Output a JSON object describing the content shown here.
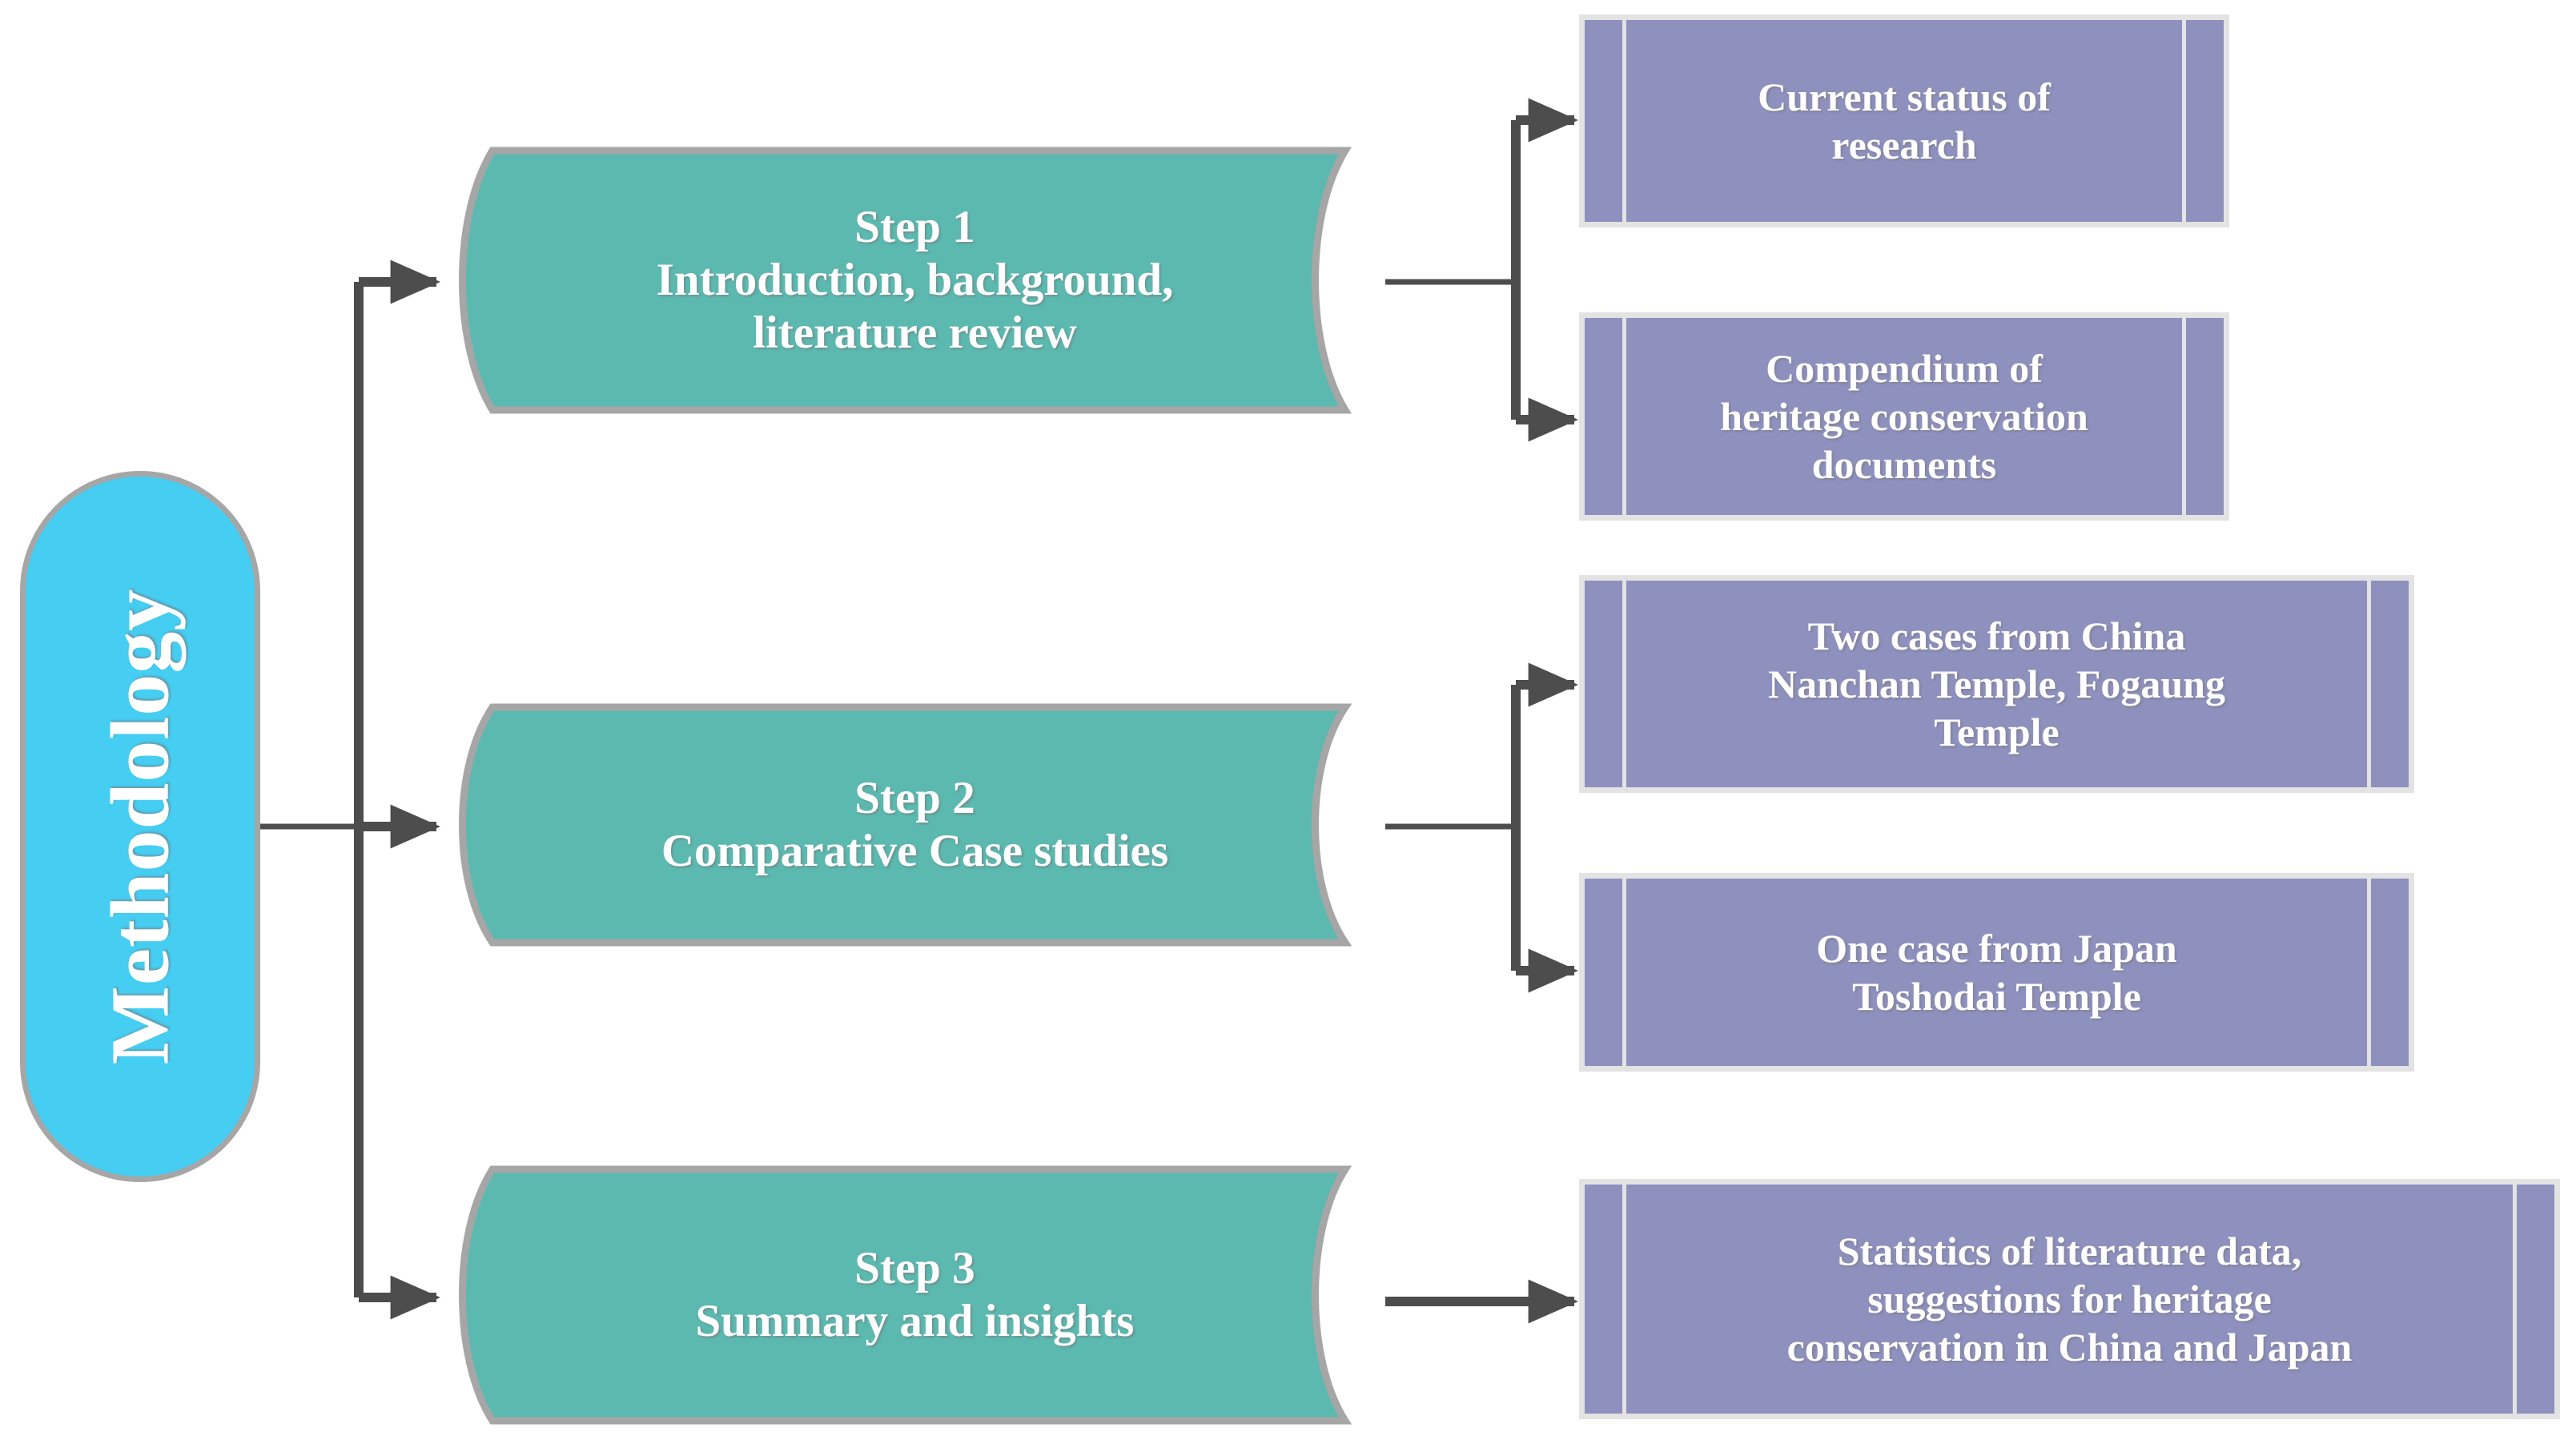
{
  "diagram": {
    "title": "Methodology",
    "root": {
      "label": "Methodology",
      "shape": "rounded-pill",
      "fill": "#45cdf2",
      "stroke": "#a6a6a6",
      "text_color": "#ffffff",
      "orientation": "vertical"
    },
    "colors": {
      "root_fill": "#45cdf2",
      "step_fill": "#5bb9b0",
      "output_fill": "#8e90be",
      "shape_stroke": "#a6a6a6",
      "output_stroke": "#e3e3e3",
      "connector": "#4d4d4d",
      "text": "#ffffff",
      "background": "#ffffff"
    },
    "steps": [
      {
        "id": "step-1",
        "label": "Step 1\nIntroduction, background,\nliterature review",
        "title": "Step 1",
        "description": "Introduction, background, literature review",
        "outputs": [
          "out-1",
          "out-2"
        ]
      },
      {
        "id": "step-2",
        "label": "Step 2\nComparative Case studies",
        "title": "Step 2",
        "description": "Comparative Case studies",
        "outputs": [
          "out-3",
          "out-4"
        ]
      },
      {
        "id": "step-3",
        "label": "Step 3\nSummary and insights",
        "title": "Step 3",
        "description": "Summary and insights",
        "outputs": [
          "out-5"
        ]
      }
    ],
    "outputs": [
      {
        "id": "out-1",
        "label": "Current status of\nresearch",
        "parent": "step-1"
      },
      {
        "id": "out-2",
        "label": "Compendium of\nheritage conservation\ndocuments",
        "parent": "step-1"
      },
      {
        "id": "out-3",
        "label": "Two cases from China\nNanchan Temple, Fogaung\nTemple",
        "parent": "step-2"
      },
      {
        "id": "out-4",
        "label": "One case from Japan\nToshodai Temple",
        "parent": "step-2"
      },
      {
        "id": "out-5",
        "label": "Statistics of literature data,\nsuggestions for heritage\nconservation in China and Japan",
        "parent": "step-3"
      }
    ],
    "connectors": [
      {
        "id": "conn-root-fork",
        "from": "Methodology",
        "to": [
          "step-1",
          "step-2",
          "step-3"
        ],
        "style": "orthogonal-fork",
        "arrowhead": "filled-triangle"
      },
      {
        "id": "conn-step1-fork",
        "from": "step-1",
        "to": [
          "out-1",
          "out-2"
        ],
        "style": "orthogonal-fork",
        "arrowhead": "filled-triangle"
      },
      {
        "id": "conn-step2-fork",
        "from": "step-2",
        "to": [
          "out-3",
          "out-4"
        ],
        "style": "orthogonal-fork",
        "arrowhead": "filled-triangle"
      },
      {
        "id": "conn-step3-line",
        "from": "step-3",
        "to": [
          "out-5"
        ],
        "style": "straight",
        "arrowhead": "filled-triangle"
      }
    ]
  }
}
